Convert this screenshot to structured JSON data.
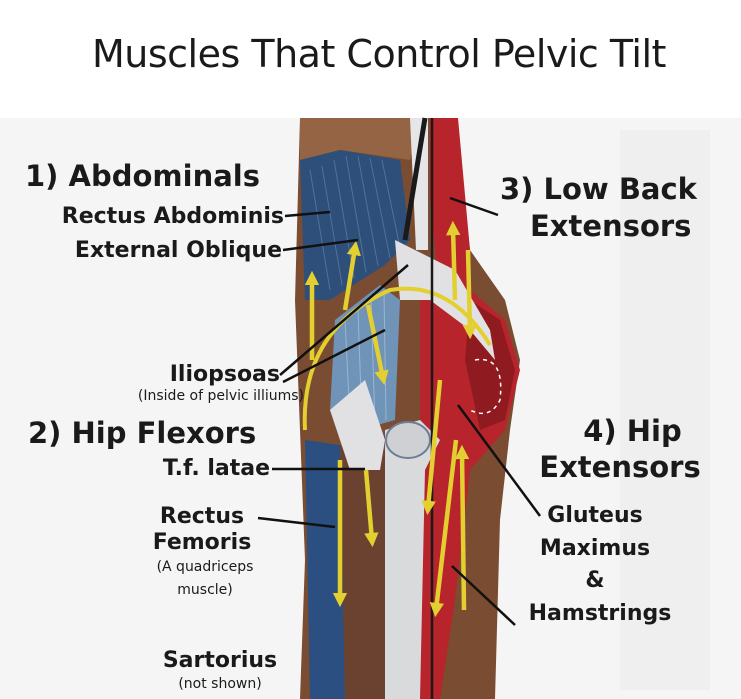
{
  "title": "Muscles That Control Pelvic Tilt",
  "groups": {
    "abdominals": "1) Abdominals",
    "hip_flexors": "2) Hip Flexors",
    "low_back_line1": "3) Low Back",
    "low_back_line2": "Extensors",
    "hip_ext_line1": "4) Hip",
    "hip_ext_line2": "Extensors"
  },
  "muscles": {
    "rectus_abdominis": "Rectus Abdominis",
    "external_oblique": "External Oblique",
    "iliopsoas": "Iliopsoas",
    "iliopsoas_note": "(Inside of pelvic illiums)",
    "tf_latae": "T.f. latae",
    "rectus_femoris_line1": "Rectus",
    "rectus_femoris_line2": "Femoris",
    "rectus_femoris_note1": "(A quadriceps",
    "rectus_femoris_note2": "muscle)",
    "sartorius": "Sartorius",
    "sartorius_note": "(not shown)",
    "gluteus_line1": "Gluteus",
    "gluteus_line2": "Maximus",
    "gluteus_line3": "&",
    "gluteus_line4": "Hamstrings"
  },
  "colors": {
    "abdominal_blue": "#2e4f7a",
    "back_red": "#b8242b",
    "arrow_yellow": "#e3cf2f",
    "skin": "#8a5a3c",
    "bone": "#d9dadc"
  }
}
